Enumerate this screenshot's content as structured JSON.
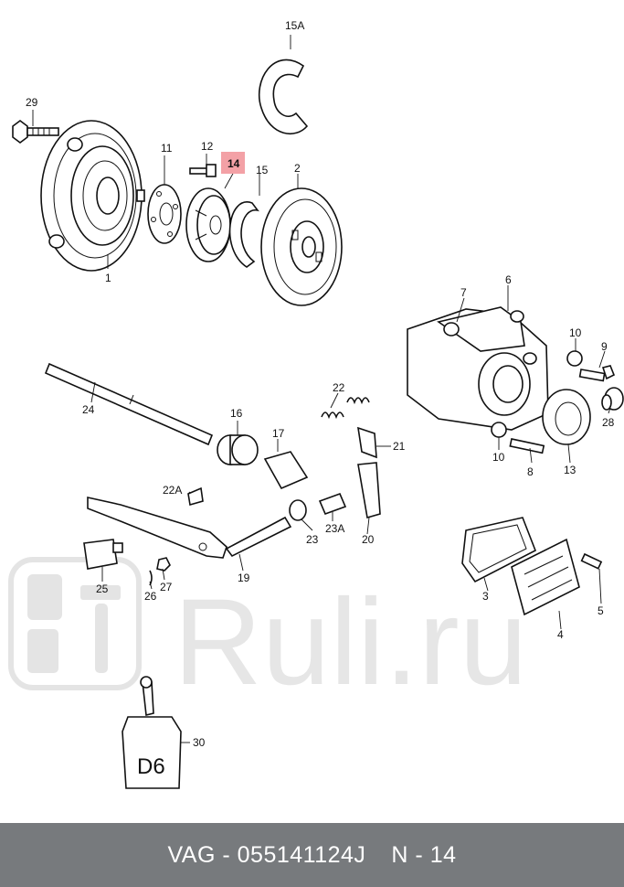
{
  "watermark": {
    "brand_text": "Ruli.ru"
  },
  "highlight_color": "#f3a1a6",
  "callouts": {
    "c15a": "15A",
    "c29": "29",
    "c11": "11",
    "c12": "12",
    "c14": "14",
    "c15": "15",
    "c2": "2",
    "c1": "1",
    "c6": "6",
    "c7": "7",
    "c10a": "10",
    "c9": "9",
    "c24": "24",
    "c22": "22",
    "c16": "16",
    "c17": "17",
    "c21": "21",
    "c10b": "10",
    "c28": "28",
    "c13": "13",
    "c8": "8",
    "c22a": "22A",
    "c23": "23",
    "c23a": "23A",
    "c20": "20",
    "c19": "19",
    "c26": "26",
    "c27": "27",
    "c25": "25",
    "c3": "3",
    "c5": "5",
    "c4": "4",
    "c30": "30"
  },
  "bottle_label": "D6",
  "footer": {
    "part_code": "VAG - 055141124J",
    "page": "N - 14"
  }
}
